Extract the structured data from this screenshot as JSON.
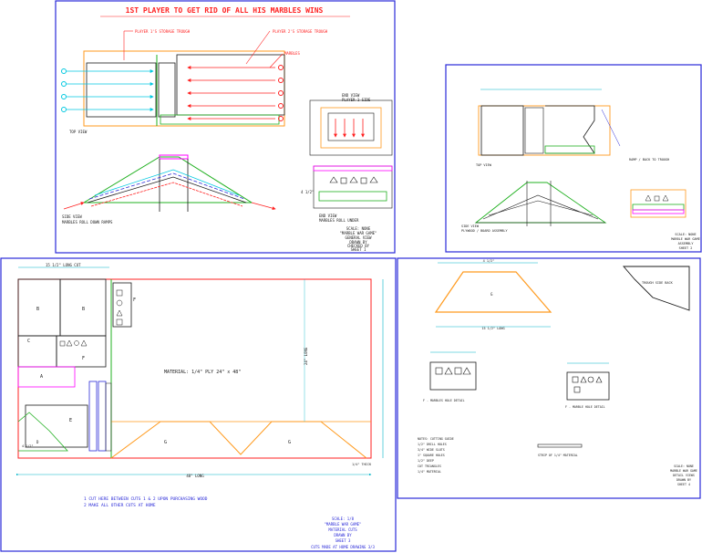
{
  "sheet1": {
    "title": "1ST PLAYER TO GET RID OF ALL HIS MARBLES WINS",
    "callout_left": "PLAYER 1'S STORAGE TROUGH",
    "callout_right": "PLAYER 2'S STORAGE TROUGH",
    "callout_marbles": "MARBLES",
    "label_top_view": "TOP VIEW",
    "label_end_view_1": "END VIEW",
    "label_end_view_2": "PLAYER 1 SIDE",
    "label_side_view_1": "SIDE VIEW",
    "label_side_view_2": "MARBLES ROLL DOWN RAMPS",
    "label_end_view_b": "END VIEW",
    "label_end_view_b2": "MARBLES ROLL UNDER",
    "dim_side": "4 1/2\"",
    "title_block": [
      "SCALE: NONE",
      "\"MARBLE WAR GAME\"",
      "GENERAL VIEW",
      "DRAWN BY",
      "CHECKED BY",
      "SHEET 1"
    ]
  },
  "sheet2": {
    "label_top": "TOP VIEW",
    "label_side": "SIDE VIEW",
    "label_side2": "PLYWOOD / BOARD ASSEMBLY",
    "note_right": "RAMP / BACK TO TROUGH",
    "title_block": [
      "SCALE: NONE",
      "MARBLE WAR GAME",
      "ASSEMBLY",
      "SHEET 2"
    ]
  },
  "sheet3": {
    "dim_top": "15 1/2\" LONG CUT",
    "part_b1": "B",
    "part_b2": "B",
    "part_c": "C",
    "part_f1": "F",
    "part_f2": "F",
    "part_a": "A",
    "part_e": "E",
    "part_d": "D",
    "part_g1": "G",
    "part_g2": "G",
    "material_note": "MATERIAL: 1/4\" PLY 24\" x 48\"",
    "dim_bottom": "48\" LONG",
    "dim_right": "24\" LONG",
    "dim_small": "4 1/2\"",
    "dim_right_small": "1/4\" THICK",
    "notes": [
      "1 CUT HERE BETWEEN CUTS 1 & 2 UPON PURCHASING WOOD",
      "2 MAKE ALL OTHER CUTS AT HOME"
    ],
    "title_block": [
      "SCALE: 1/8",
      "\"MARBLE WAR GAME\"",
      "MATERIAL CUTS",
      "DRAWN BY",
      "SHEET 3"
    ],
    "cut_note": "CUTS MADE AT HOME DRAWING 3/3"
  },
  "sheet4": {
    "dim_top": "4 1/2\"",
    "dim_bottom": "15 1/2\" LONG",
    "part_g": "G",
    "note_right": "TROUGH SIDE BACK",
    "cap_left": "F - MARBLES HOLE DETAIL",
    "cap_right": "F - MARBLE HOLE DETAIL",
    "notes": [
      "NOTES: CUTTING GUIDE",
      "1/2\" DRILL HOLES",
      "3/4\" WIDE SLOTS",
      "1\" SQUARE HOLES",
      "1/2\" DEEP",
      "CUT TRIANGLES",
      "1/4\" MATERIAL"
    ],
    "mid_note": "STRIP OF 1/4\" MATERIAL",
    "title_block": [
      "SCALE: NONE",
      "MARBLE WAR GAME",
      "DETAIL VIEWS",
      "DRAWN BY",
      "SHEET 4"
    ]
  },
  "colors": {
    "sheet_border": "#2a2ad8",
    "red": "#ff2020",
    "orange": "#ff9a1e",
    "cyan": "#00c8e0",
    "green": "#20b020",
    "magenta": "#ff00ff",
    "dim": "#00b4c8",
    "ink": "#1a1a1a"
  }
}
